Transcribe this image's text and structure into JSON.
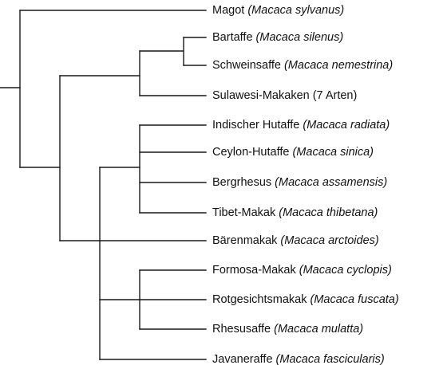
{
  "taxa": [
    {
      "common": "Magot",
      "scientific": "(Macaca sylvanus)"
    },
    {
      "common": "Bartaffe",
      "scientific": "(Macaca silenus)"
    },
    {
      "common": "Schweinsaffe",
      "scientific": "(Macaca nemestrina)"
    },
    {
      "common": "Sulawesi-Makaken (7 Arten)",
      "scientific": ""
    },
    {
      "common": "Indischer Hutaffe",
      "scientific": "(Macaca radiata)"
    },
    {
      "common": "Ceylon-Hutaffe",
      "scientific": "(Macaca sinica)"
    },
    {
      "common": "Bergrhesus",
      "scientific": "(Macaca assamensis)"
    },
    {
      "common": "Tibet-Makak",
      "scientific": "(Macaca thibetana)"
    },
    {
      "common": "Bärenmakak",
      "scientific": "(Macaca arctoides)"
    },
    {
      "common": "Formosa-Makak",
      "scientific": "(Macaca cyclopis)"
    },
    {
      "common": "Rotgesichtsmakak",
      "scientific": "(Macaca fuscata)"
    },
    {
      "common": "Rhesusaffe",
      "scientific": "(Macaca mulatta)"
    },
    {
      "common": "Javaneraffe",
      "scientific": "(Macaca fascicularis)"
    }
  ]
}
